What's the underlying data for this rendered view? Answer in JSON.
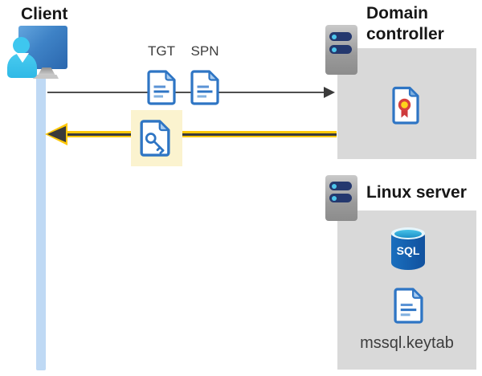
{
  "diagram": {
    "client": {
      "title": "Client"
    },
    "domain_controller": {
      "title": "Domain controller"
    },
    "linux_server": {
      "title": "Linux server",
      "database_label": "SQL",
      "keytab_file_label": "mssql.keytab"
    },
    "request_flow": {
      "ticket_labels": [
        "TGT",
        "SPN"
      ]
    },
    "icons": {
      "client": "monitor-with-user-icon",
      "servers": "server-tower-icon",
      "tickets": "document-icon",
      "response_ticket": "key-document-icon",
      "domain_controller_content": "certificate-icon",
      "database": "sql-database-icon",
      "keytab_file": "document-icon"
    }
  },
  "colors": {
    "document_blue": "#2e75c4",
    "document_fold_blue": "#a9ccf0",
    "request_arrow_gray": "#3a3a3a",
    "response_arrow_yellow": "#ffc80a",
    "response_arrow_core": "#3a3a3a",
    "highlight_yellow": "#fbf3cf",
    "node_box_gray": "#d9d9d9",
    "client_timeline_blue": "#bfd9f4",
    "monitor_blue": "#3e82c6",
    "person_cyan": "#3ec7ef",
    "server_bar_navy": "#24386e",
    "server_led_cyan": "#4ec6ec",
    "certificate_seal_yellow": "#ffd21c",
    "certificate_seal_red": "#ce3a3c",
    "sql_body_blue": "#1565b3",
    "sql_top_cyan": "#35b7dc"
  }
}
